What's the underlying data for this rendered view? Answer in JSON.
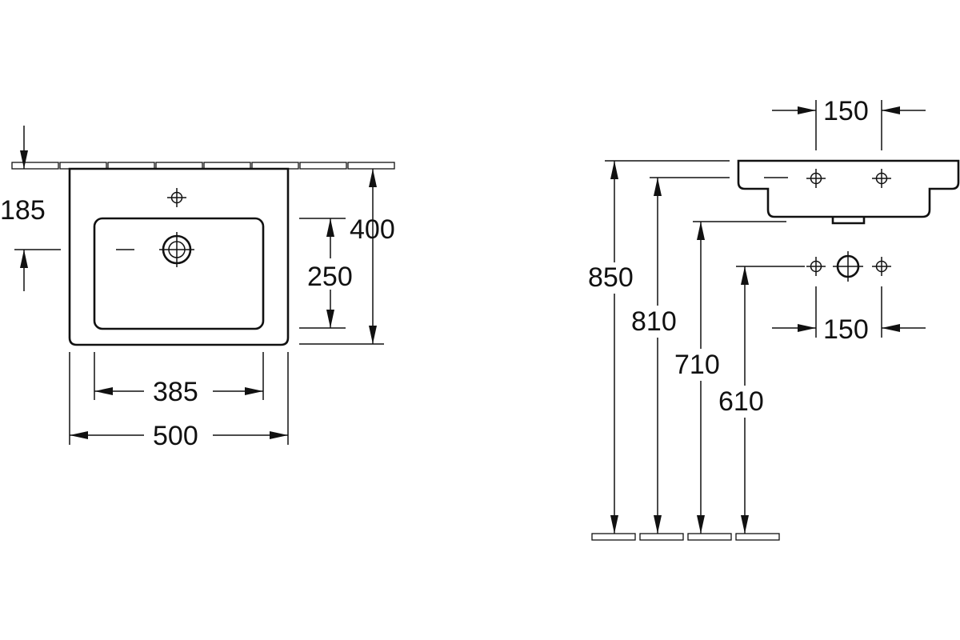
{
  "plan_view": {
    "dim_overflow_offset": "185",
    "dim_basin_inner_depth": "250",
    "dim_total_depth": "400",
    "dim_basin_inner_width": "385",
    "dim_total_width": "500"
  },
  "elevation_view": {
    "dim_tap_spacing_top": "150",
    "dim_height_top_edge": "850",
    "dim_height_basin_rim": "810",
    "dim_height_waste_outlet": "710",
    "dim_height_supply": "610",
    "dim_supply_spacing": "150"
  },
  "colors": {
    "line": "#111111",
    "background": "#ffffff"
  }
}
